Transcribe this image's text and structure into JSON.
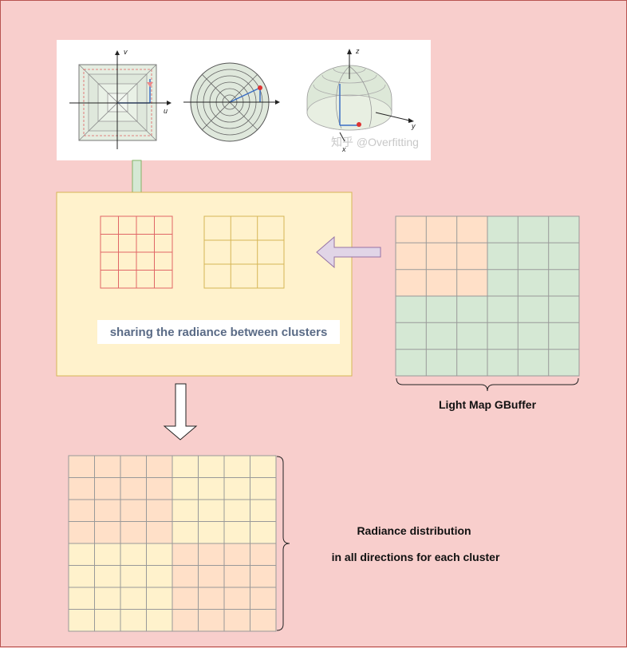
{
  "figure": {
    "axis_v": "v",
    "axis_u": "u",
    "axis_z": "z",
    "axis_x": "x",
    "axis_y": "y",
    "watermark": "知乎 @Overfitting"
  },
  "cluster_box": {
    "label": "sharing the radiance between clusters"
  },
  "gbuffer": {
    "label": "Light Map GBuffer"
  },
  "distribution": {
    "label_line1": "Radiance distribution",
    "label_line2": "in all directions for each cluster"
  },
  "colors": {
    "background": "#f8cecc",
    "peach": "#ffe0c8",
    "green": "#d5e8d4",
    "yellow": "#fff2cc",
    "red_grid": "#e06666",
    "gold_grid": "#d6b656"
  }
}
